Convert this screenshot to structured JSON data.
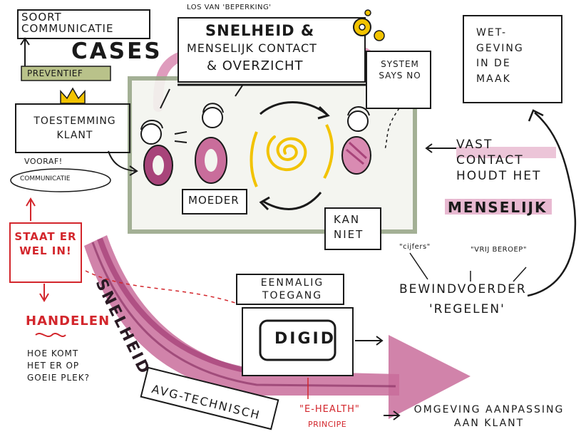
{
  "colors": {
    "ink": "#1a1a1a",
    "magenta": "#a8447a",
    "magenta_light": "#d98bb2",
    "red": "#d3262c",
    "yellow": "#f2c300",
    "green_frame": "#9aa88a",
    "gray": "#8a8a8a"
  },
  "icons": [
    "crown-icon",
    "gear-icon",
    "spiral-icon",
    "cycle-arrows-icon",
    "speech-lines-icon"
  ],
  "texts": {
    "soort_communicatie": "SOORT COMMUNICATIE",
    "cases": "CASES",
    "los_van_beperking": "LOS VAN 'BEPERKING'",
    "snelheid_title": "SNELHEID &",
    "menselijk_contact": "MENSELIJK CONTACT",
    "overzicht": "& OVERZICHT",
    "system_says_no": "SYSTEM SAYS NO",
    "wetgeving": "WET-GEVING IN DE MAAK",
    "preventief": "PREVENTIEF",
    "toestemming_klant": "TOESTEMMING KLANT",
    "vooraf": "VOORAF!",
    "communicatie": "COMMUNICATIE",
    "moeder": "MOEDER",
    "kan_niet": "KAN NIET",
    "vast_contact": "VAST CONTACT HOUDT HET",
    "menselijk": "MENSELIJK",
    "staat_er_wel_in": "STAAT ER WEL IN!",
    "handelen": "HANDELEN",
    "hoe_komt": "HOE KOMT HET ER OP GOEIE PLEK?",
    "snelheid_arrow": "SNELHEID",
    "eenmalig_toegang": "EENMALIG TOEGANG",
    "digid": "DIGID",
    "cijfers": "\"CIJFERS\"",
    "vrij_beroep": "\"VRIJ BEROEP\"",
    "bewindvoerder": "BEWINDVOERDER",
    "regelen": "'REGELEN'",
    "avg_technisch": "AVG-TECHNISCH",
    "e_health": "\"E-HEALTH\"",
    "principe": "PRINCIPE",
    "omgeving": "OMGEVING AANPASSING AAN KLANT"
  }
}
